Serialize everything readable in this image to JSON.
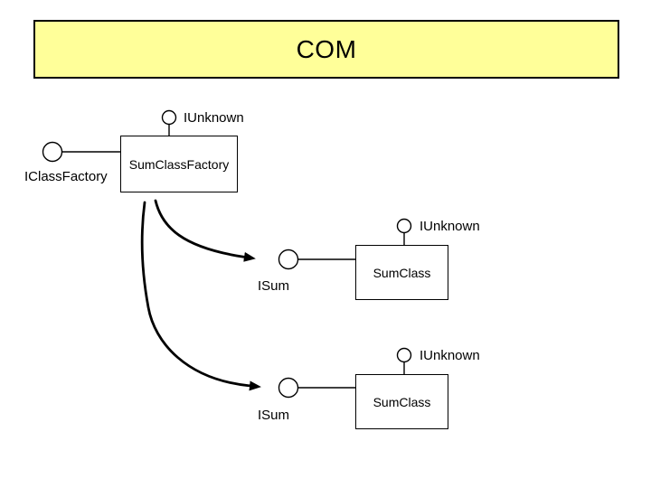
{
  "banner": {
    "title": "COM"
  },
  "colors": {
    "banner_fill": "#FFFF99",
    "stroke": "#000000",
    "background": "#FFFFFF"
  },
  "factory": {
    "box_label": "SumClassFactory",
    "top_interface_label": "IUnknown",
    "left_interface_label": "IClassFactory"
  },
  "instances": [
    {
      "box_label": "SumClass",
      "top_interface_label": "IUnknown",
      "left_interface_label": "ISum"
    },
    {
      "box_label": "SumClass",
      "top_interface_label": "IUnknown",
      "left_interface_label": "ISum"
    }
  ]
}
